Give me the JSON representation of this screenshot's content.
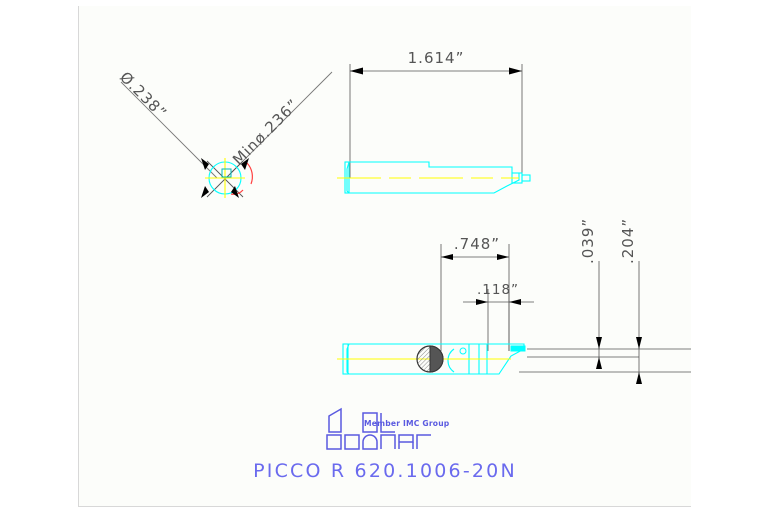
{
  "drawing": {
    "title": "PICCO R 620.1006-20N",
    "background_color": "#fcfdfa",
    "outline_color": "#00ffff",
    "centerline_color": "#ffff00",
    "dimension_color": "#555555",
    "title_color": "#6a6aee",
    "logo_color": "#5a5ae0",
    "highlight_color": "#ff4040"
  },
  "detail_view": {
    "name": "detail-circle-view",
    "left_label": "Ø.238”",
    "right_label": "Minø.236”"
  },
  "top_view": {
    "name": "side-elevation-view",
    "length_label": "1.614”"
  },
  "bottom_view": {
    "name": "plan-view",
    "dims": [
      {
        "name": "overhang",
        "label": ".748”"
      },
      {
        "name": "head-width",
        "label": ".118”"
      },
      {
        "name": "tip-height",
        "label": ".039”"
      },
      {
        "name": "shank-height",
        "label": ".204”"
      }
    ]
  },
  "logo": {
    "brand": "ISCAR",
    "tagline": "Member IMC Group"
  }
}
